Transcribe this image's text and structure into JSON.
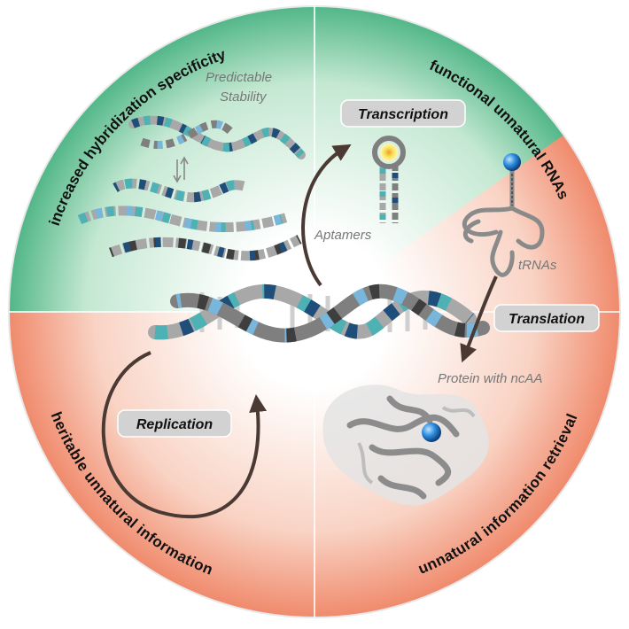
{
  "quadrant_labels": {
    "top_left": "increased hybridization specificity",
    "top_right": "functional unnatural RNAs",
    "bottom_left": "heritable unnatural information",
    "bottom_right": "unnatural information retrieval"
  },
  "annotations": {
    "predictable": "Predictable",
    "stability": "Stability",
    "aptamers": "Aptamers",
    "trnas": "tRNAs",
    "protein": "Protein with ncAA"
  },
  "process_boxes": {
    "transcription": "Transcription",
    "translation": "Translation",
    "replication": "Replication"
  },
  "colors": {
    "green": "#52b788",
    "salmon": "#f08a6c",
    "dark_blue": "#1f4e7a",
    "teal": "#4eb1b4",
    "light_blue": "#79b6dc",
    "gray": "#a8a8a8",
    "dark_gray": "#3e3e3e",
    "arrow": "#4a3a33",
    "label_box": "#d2d2d2",
    "sphere": "#2f8fe0"
  },
  "icons": [
    "dna-double-helix",
    "single-strand-dna",
    "equilibrium-arrows",
    "aptamer-hairpin",
    "trna-structure",
    "protein-ribbon",
    "blue-sphere"
  ]
}
